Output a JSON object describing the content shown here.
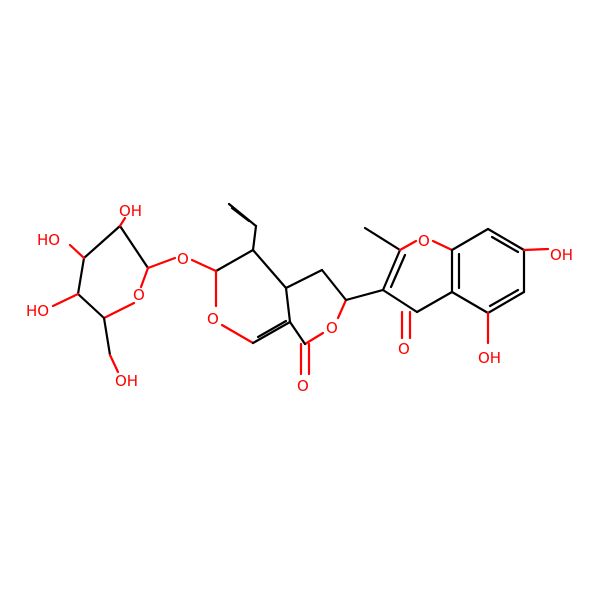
{
  "colors": {
    "carbon_bond": "#000000",
    "oxygen": "#ff0000",
    "background": "#ffffff"
  },
  "atom_labels": {
    "ho_sugar_top": "OH",
    "ho_sugar_left": "HO",
    "ho_sugar_mid": "HO",
    "ho_sugar_ch2": "OH",
    "o_sugar_ring": "O",
    "o_glycosidic": "O",
    "o_pyran_ring": "O",
    "o_lactone_ring": "O",
    "o_lactone_carbonyl": "O",
    "o_chromone_ring": "O",
    "o_chromone_carbonyl": "O",
    "oh_chromone_7": "OH",
    "oh_chromone_5": "OH"
  }
}
